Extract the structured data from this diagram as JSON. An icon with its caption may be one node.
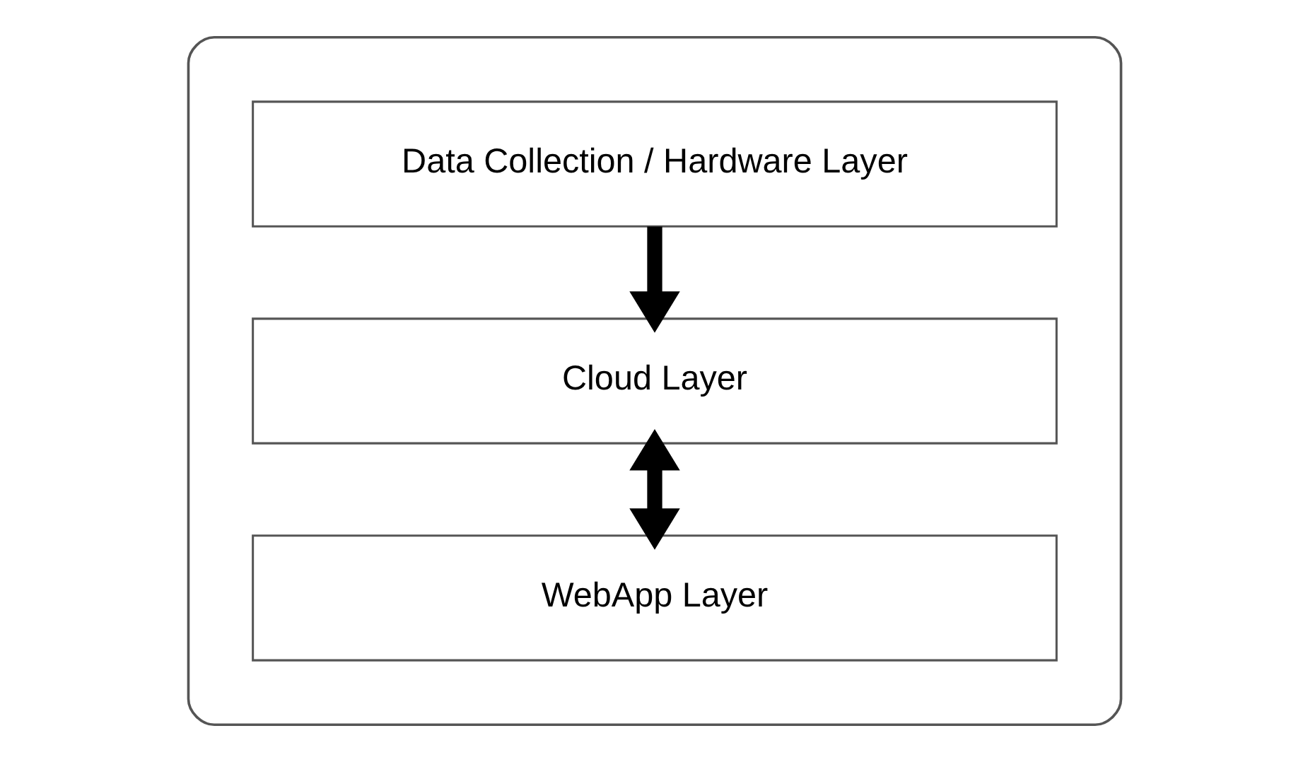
{
  "diagram": {
    "nodes": [
      {
        "text": [],
        "shape": "box"
      },
      {
        "text": [
          "Data Collection / Hardware Layer"
        ],
        "in": 0
      },
      {
        "text": [
          "Cloud Layer"
        ],
        "in": 0
      },
      {
        "text": [
          "WebApp Layer"
        ],
        "in": 0
      }
    ],
    "edges": [
      {
        "from": 1,
        "to": 2,
        "arrow": "to"
      },
      {
        "from": 2,
        "to": 3,
        "arrow": "both"
      }
    ]
  }
}
